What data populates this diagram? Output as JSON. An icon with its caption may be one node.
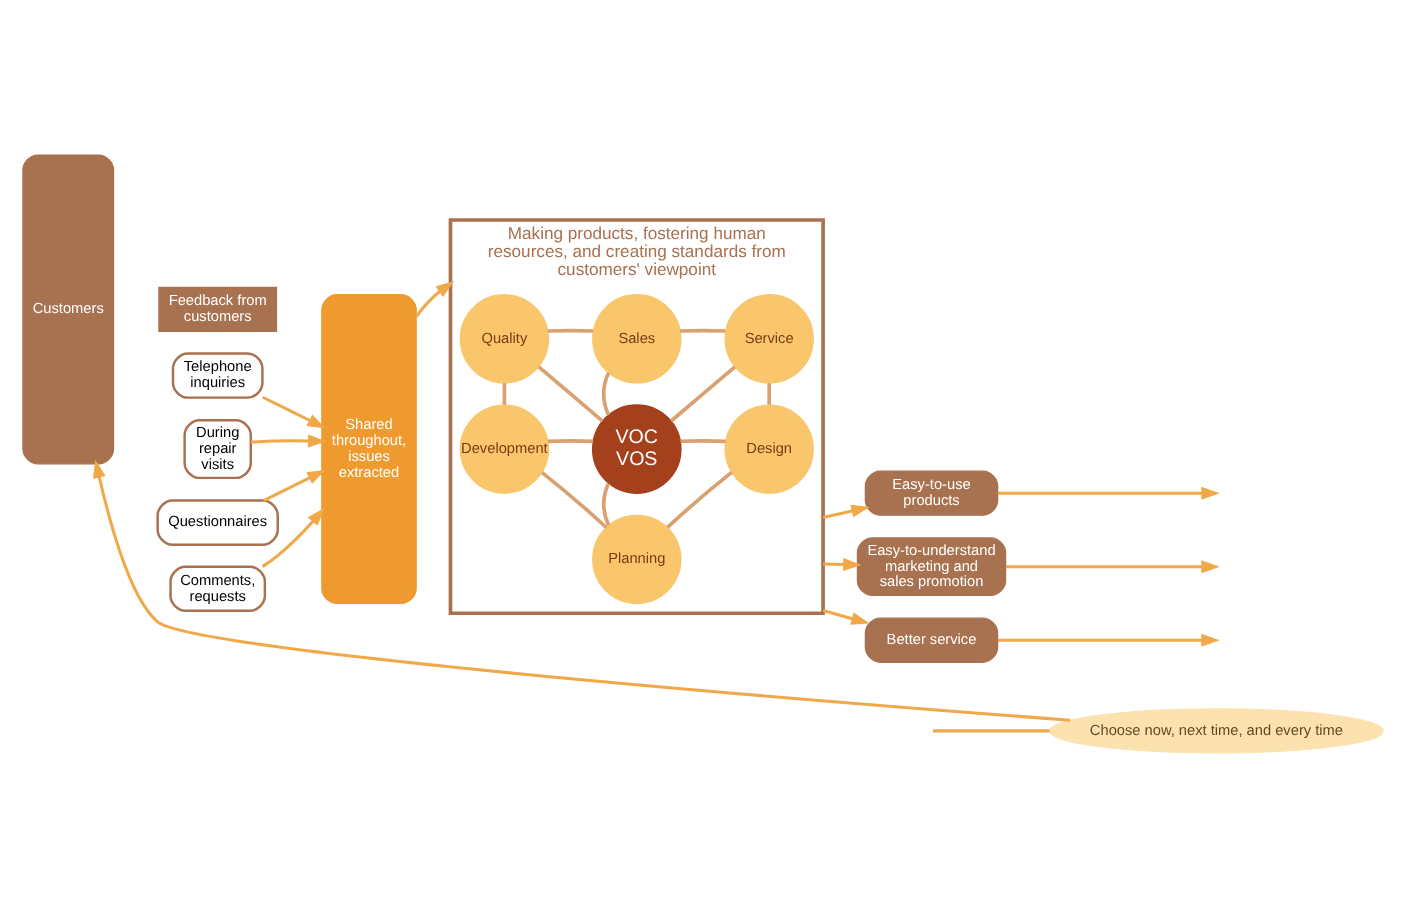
{
  "diagram": {
    "nodes": [
      {
        "text": [
          "Customers"
        ]
      },
      {
        "text": [
          "Feedback from customers"
        ]
      },
      {
        "text": [
          "Telephone inquiries"
        ]
      },
      {
        "text": [
          "During repair visits"
        ]
      },
      {
        "text": [
          "Questionnaires"
        ]
      },
      {
        "text": [
          "Comments, requests"
        ]
      },
      {
        "text": [
          "Shared throughout, issues extracted"
        ]
      },
      {
        "text": [
          "Making products, fostering human resources, and creating standards from customers' viewpoint"
        ]
      },
      {
        "text": [
          "Planning"
        ],
        "in": 7
      },
      {
        "text": [
          "Development"
        ],
        "in": 7
      },
      {
        "text": [
          "Design"
        ],
        "in": 7
      },
      {
        "text": [
          "VOC VOS"
        ],
        "in": 7
      },
      {
        "text": [
          "Quality"
        ],
        "in": 7
      },
      {
        "text": [
          "Service"
        ],
        "in": 7
      },
      {
        "text": [
          "Sales"
        ],
        "in": 7
      },
      {
        "text": [
          "Easy-to-use products"
        ]
      },
      {
        "text": [
          "Easy-to-understand marketing and sales promotion"
        ]
      },
      {
        "text": [
          "Better service"
        ]
      },
      {
        "text": [
          "Choose now, next time, and every time"
        ]
      }
    ],
    "edges": [
      {
        "from": 2,
        "to": 6,
        "arrow": "to",
        "color": "#f0a848"
      },
      {
        "from": 3,
        "to": 6,
        "arrow": "to",
        "color": "#f0a848"
      },
      {
        "from": 4,
        "to": 6,
        "arrow": "to",
        "color": "#f0a848"
      },
      {
        "from": 5,
        "to": 6,
        "arrow": "to",
        "color": "#f0a848"
      },
      {
        "from": 6,
        "to": 7,
        "arrow": "to",
        "color": "#f0a848"
      },
      {
        "from": 11,
        "to": 8,
        "arrow": "none"
      },
      {
        "from": 11,
        "to": 9,
        "arrow": "none"
      },
      {
        "from": 11,
        "to": 10,
        "arrow": "none"
      },
      {
        "from": 11,
        "to": 12,
        "arrow": "none"
      },
      {
        "from": 11,
        "to": 13,
        "arrow": "none"
      },
      {
        "from": 11,
        "to": 14,
        "arrow": "none"
      },
      {
        "from": 8,
        "to": 10,
        "arrow": "none"
      },
      {
        "from": 10,
        "to": 13,
        "arrow": "none"
      },
      {
        "from": 13,
        "to": 14,
        "arrow": "none"
      },
      {
        "from": 14,
        "to": 12,
        "arrow": "none"
      },
      {
        "from": 12,
        "to": 9,
        "arrow": "none"
      },
      {
        "from": 9,
        "to": 8,
        "arrow": "none"
      },
      {
        "from": 7,
        "to": 15,
        "arrow": "to",
        "color": "#f0a848"
      },
      {
        "from": 7,
        "to": 16,
        "arrow": "to",
        "color": "#f0a848"
      },
      {
        "from": 7,
        "to": 17,
        "arrow": "to",
        "color": "#f0a848"
      },
      {
        "from": 15,
        "to": null,
        "arrow": "to",
        "color": "#f0a848"
      },
      {
        "from": 16,
        "to": null,
        "arrow": "to",
        "color": "#f0a848"
      },
      {
        "from": 17,
        "to": null,
        "arrow": "to",
        "color": "#f0a848"
      },
      {
        "from": null,
        "to": 18,
        "arrow": "none",
        "color": "#f0a848"
      },
      {
        "from": 18,
        "to": 0,
        "arrow": "to",
        "color": "#f0a848"
      }
    ]
  }
}
